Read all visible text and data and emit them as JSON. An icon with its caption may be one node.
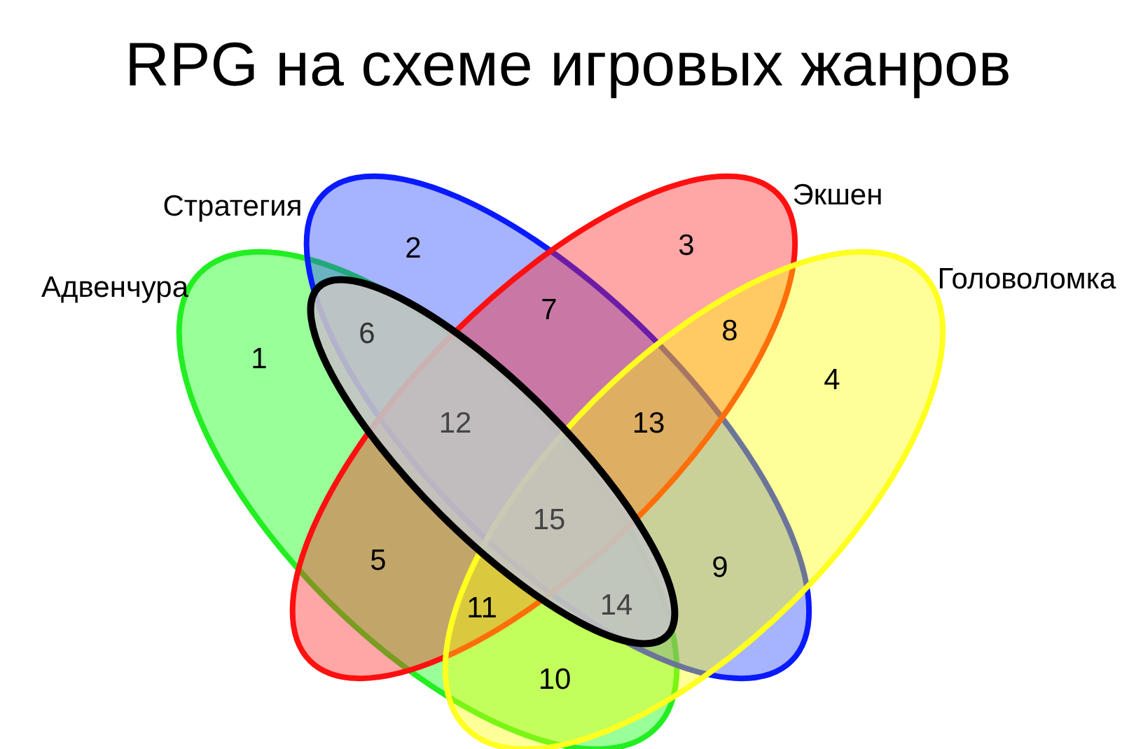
{
  "diagram": {
    "title": "RPG на схеме игровых жанров",
    "nodes": [
      {
        "text": [
          "Адвенчура"
        ]
      },
      {
        "text": [
          "Стратегия"
        ]
      },
      {
        "text": [
          "Экшен"
        ]
      },
      {
        "text": [
          "Головоломка"
        ]
      },
      {
        "text": [],
        "shape": "ellipse"
      }
    ],
    "edges": [],
    "labels": [
      "2",
      "3",
      "6",
      "7",
      "8",
      "1",
      "4",
      "12",
      "13",
      "15",
      "5",
      "9",
      "11",
      "14",
      "10"
    ]
  }
}
